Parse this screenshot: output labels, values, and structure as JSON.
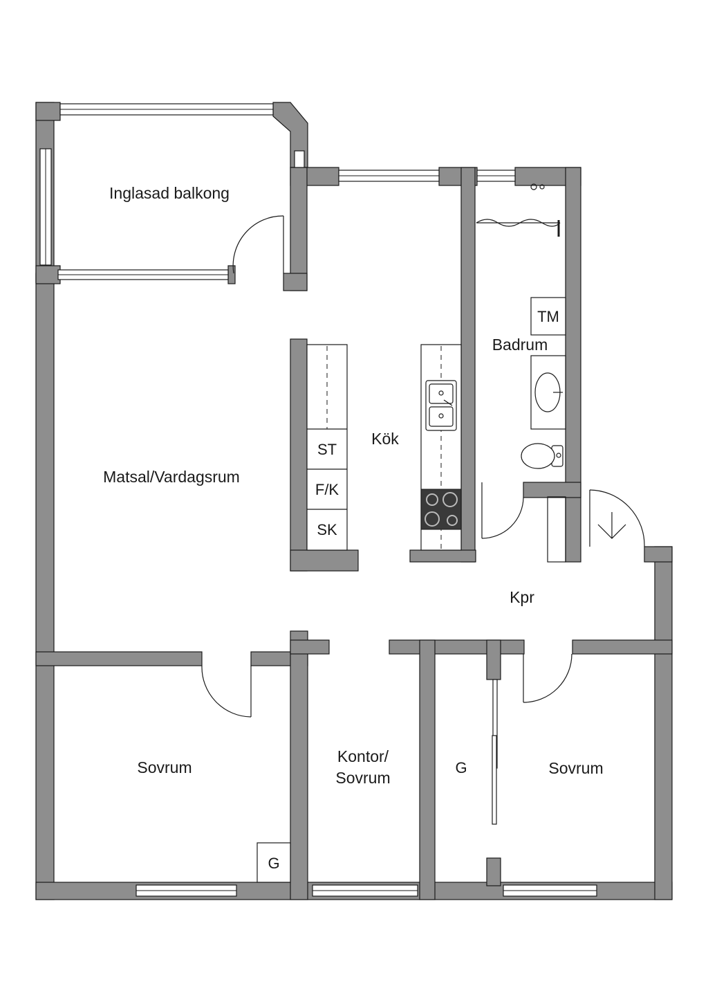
{
  "rooms": {
    "balcony": "Inglasad balkong",
    "living": "Matsal/Vardagsrum",
    "kitchen": "Kök",
    "bathroom": "Badrum",
    "hall": "Kpr",
    "bedroom_left": "Sovrum",
    "office_line1": "Kontor/",
    "office_line2": "Sovrum",
    "bedroom_right": "Sovrum"
  },
  "fixtures": {
    "stove_unit": "ST",
    "fridge_freezer": "F/K",
    "cabinet": "SK",
    "washer": "TM",
    "wardrobe_left": "G",
    "wardrobe_right": "G"
  },
  "colors": {
    "wall": "#8e8e8e",
    "line": "#1a1a1a",
    "background": "#ffffff"
  }
}
